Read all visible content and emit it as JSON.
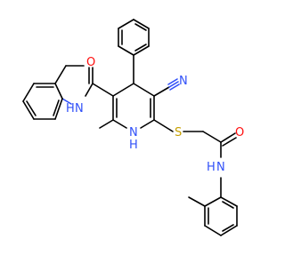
{
  "molecule": {
    "atom_labels": {
      "nitrile_n": "N",
      "carbonyl_o_1": "O",
      "amide_nh_1": "N",
      "amide_h_1": "H",
      "ring_nh": "N",
      "ring_h": "H",
      "sulfur": "S",
      "carbonyl_o_2": "O",
      "amide_nh_2": "N",
      "amide_h_2": "H"
    },
    "colors": {
      "bond": "#000000",
      "nitrogen": "#3050f8",
      "oxygen": "#ff0d0d",
      "sulfur": "#c6a000"
    }
  }
}
